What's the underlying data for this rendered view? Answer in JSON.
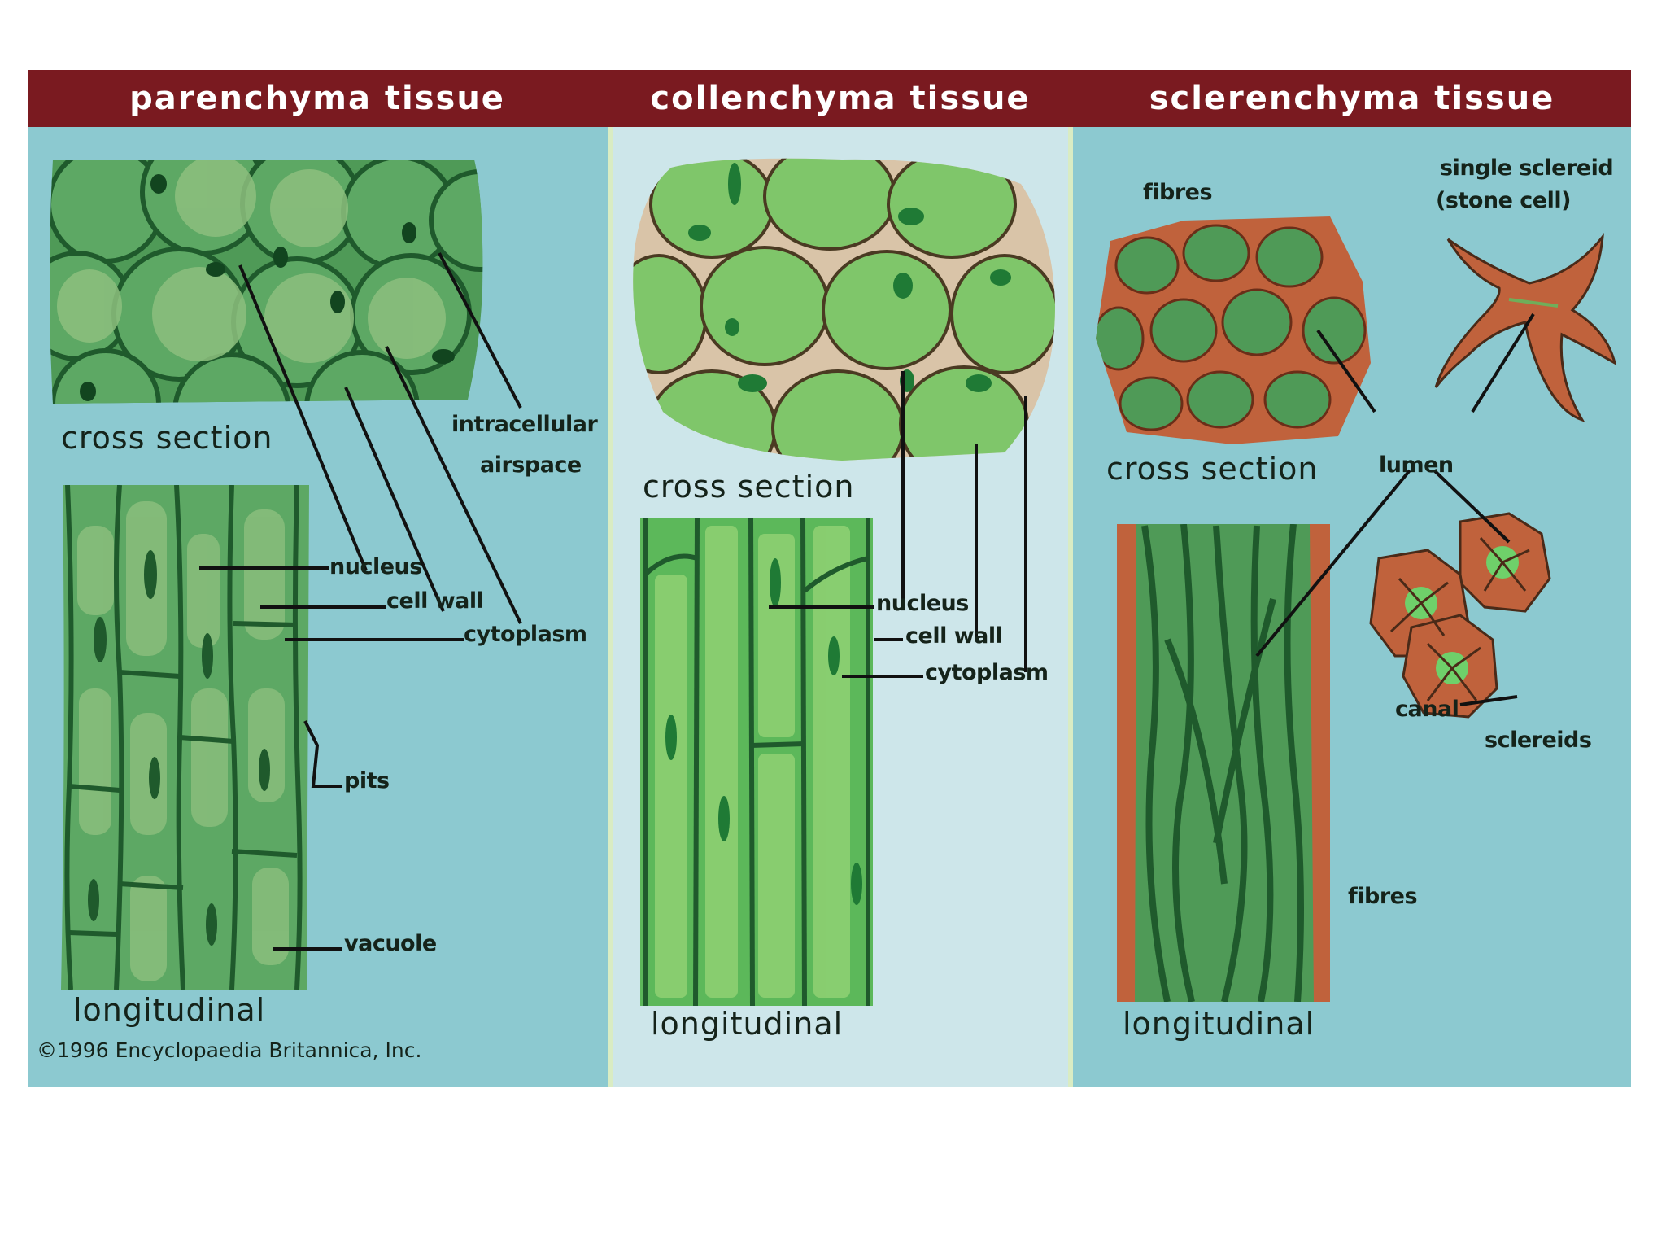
{
  "header": {
    "col1": "parenchyma tissue",
    "col2": "collenchyma tissue",
    "col3": "sclerenchyma tissue"
  },
  "parenchyma": {
    "cross_section": "cross section",
    "intracellular": "intracellular",
    "airspace": "airspace",
    "nucleus": "nucleus",
    "cell_wall": "cell wall",
    "cytoplasm": "cytoplasm",
    "pits": "pits",
    "vacuole": "vacuole",
    "longitudinal": "longitudinal"
  },
  "collenchyma": {
    "cross_section": "cross section",
    "nucleus": "nucleus",
    "cell_wall": "cell wall",
    "cytoplasm": "cytoplasm",
    "longitudinal": "longitudinal"
  },
  "sclerenchyma": {
    "fibres_top": "fibres",
    "single_sclereid": "single sclereid",
    "stone_cell": "(stone cell)",
    "cross_section": "cross section",
    "lumen": "lumen",
    "canal": "canal",
    "sclereids": "sclereids",
    "fibres_bottom": "fibres",
    "longitudinal": "longitudinal"
  },
  "credit": "©1996 Encyclopaedia Britannica, Inc.",
  "colors": {
    "header_bg": "#7a1a20",
    "panel_bg": "#8cc9d0",
    "middle_panel_bg": "#cde6ea",
    "cell_green": "#4f9a57",
    "light_green": "#7fc66a",
    "dark_green": "#1f5a2c",
    "wall_brown": "#c0623c"
  }
}
